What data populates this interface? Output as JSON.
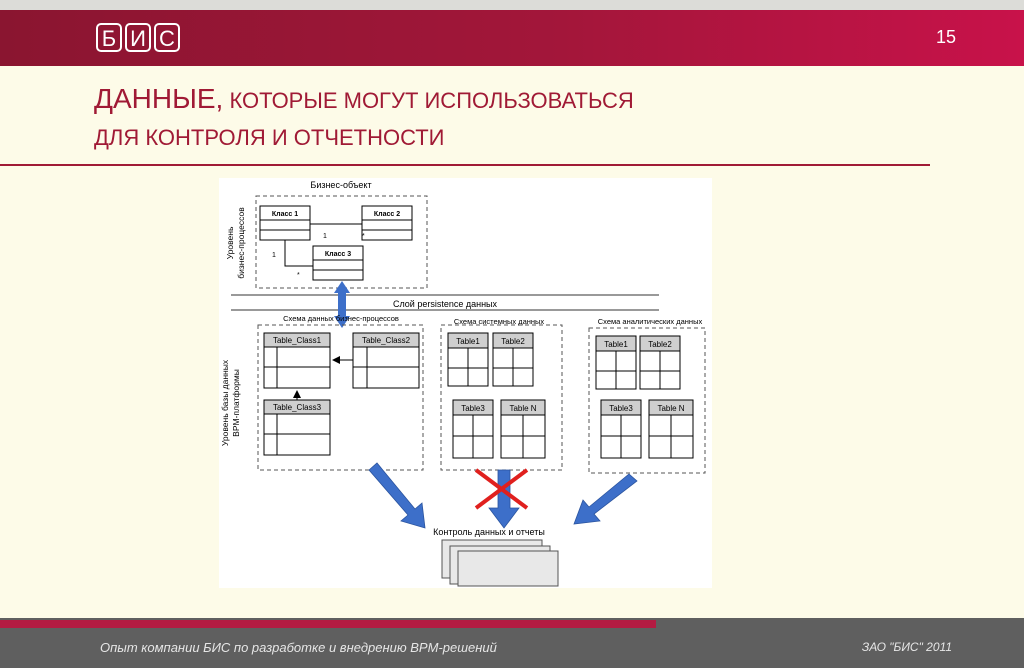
{
  "header": {
    "logo_letters": [
      "Б",
      "И",
      "С"
    ],
    "page_number": "15"
  },
  "title": {
    "line1_big": "ДАННЫЕ,",
    "line1_rest": " КОТОРЫЕ МОГУТ ИСПОЛЬЗОВАТЬСЯ",
    "line2": "ДЛЯ КОНТРОЛЯ И ОТЧЕТНОСТИ"
  },
  "diagram": {
    "business_object_title": "Бизнес-объект",
    "level_business_1": "Уровень",
    "level_business_2": "бизнес-процессов",
    "class1": "Класс 1",
    "class2": "Класс 2",
    "class3": "Класс 3",
    "mult_one_a": "1",
    "mult_star_a": "*",
    "mult_one_b": "1",
    "mult_star_b": "*",
    "persistence_layer": "Слой persistence данных",
    "level_db_1": "Уровень базы данных",
    "level_db_2": "BPM-платформы",
    "schema_business": "Схема данных бизнес-процессов",
    "schema_system": "Схема системных данных",
    "schema_analytic": "Схема аналитических данных",
    "table_class1": "Table_Class1",
    "table_class2": "Table_Class2",
    "table_class3": "Table_Class3",
    "table1": "Table1",
    "table2": "Table2",
    "table3": "Table3",
    "tableN": "Table N",
    "control_reports": "Контроль данных и отчеты"
  },
  "footer": {
    "text": "Опыт компании БИС по разработке и внедрению BPM-решений",
    "copyright": "ЗАО \"БИС\" 2011"
  },
  "colors": {
    "header_red": "#a3163a",
    "title_red": "#a01a35",
    "arrow_blue": "#3d6fc9",
    "cross_red": "#e0201e"
  }
}
